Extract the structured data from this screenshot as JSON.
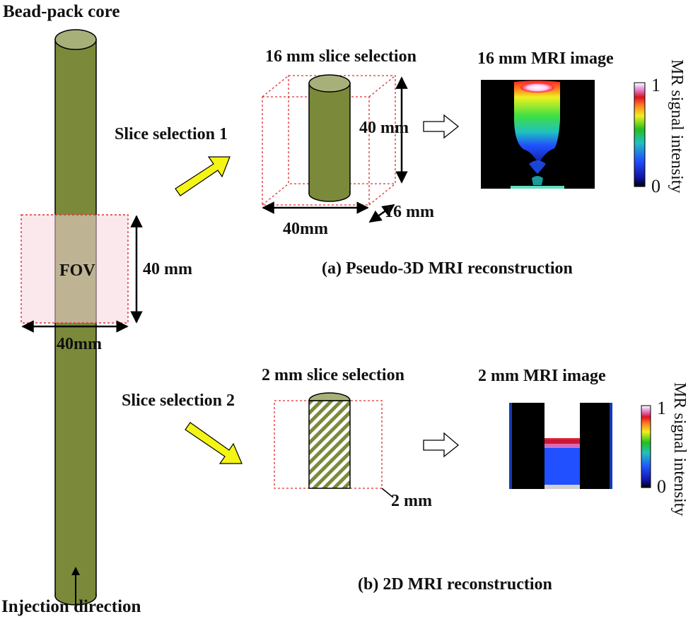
{
  "labels": {
    "core_title": "Bead-pack core",
    "fov": "FOV",
    "fov_height": "40 mm",
    "fov_width": "40mm",
    "injection": "Injection direction",
    "slice1": "Slice selection 1",
    "slice2": "Slice selection 2",
    "slice16_title": "16 mm slice selection",
    "slice16_height": "40 mm",
    "slice16_width": "40mm",
    "slice16_depth": "16 mm",
    "mri16_title": "16 mm MRI image",
    "slice2_title": "2 mm slice selection",
    "slice2_depth": "2 mm",
    "mri2_title": "2 mm MRI image",
    "caption_a": "(a) Pseudo-3D MRI reconstruction",
    "caption_b": "(b) 2D MRI reconstruction"
  },
  "colorbars": [
    {
      "label": "MR signal intensity",
      "max": "1",
      "min": "0"
    },
    {
      "label": "MR signal intensity",
      "max": "1",
      "min": "0"
    }
  ],
  "colors": {
    "core": "#7a8a3a",
    "core_top": "#a8b07a",
    "fov_fill": "#f5d6dc",
    "dotted": "#e03030",
    "arrow_fill": "#f5f515"
  }
}
